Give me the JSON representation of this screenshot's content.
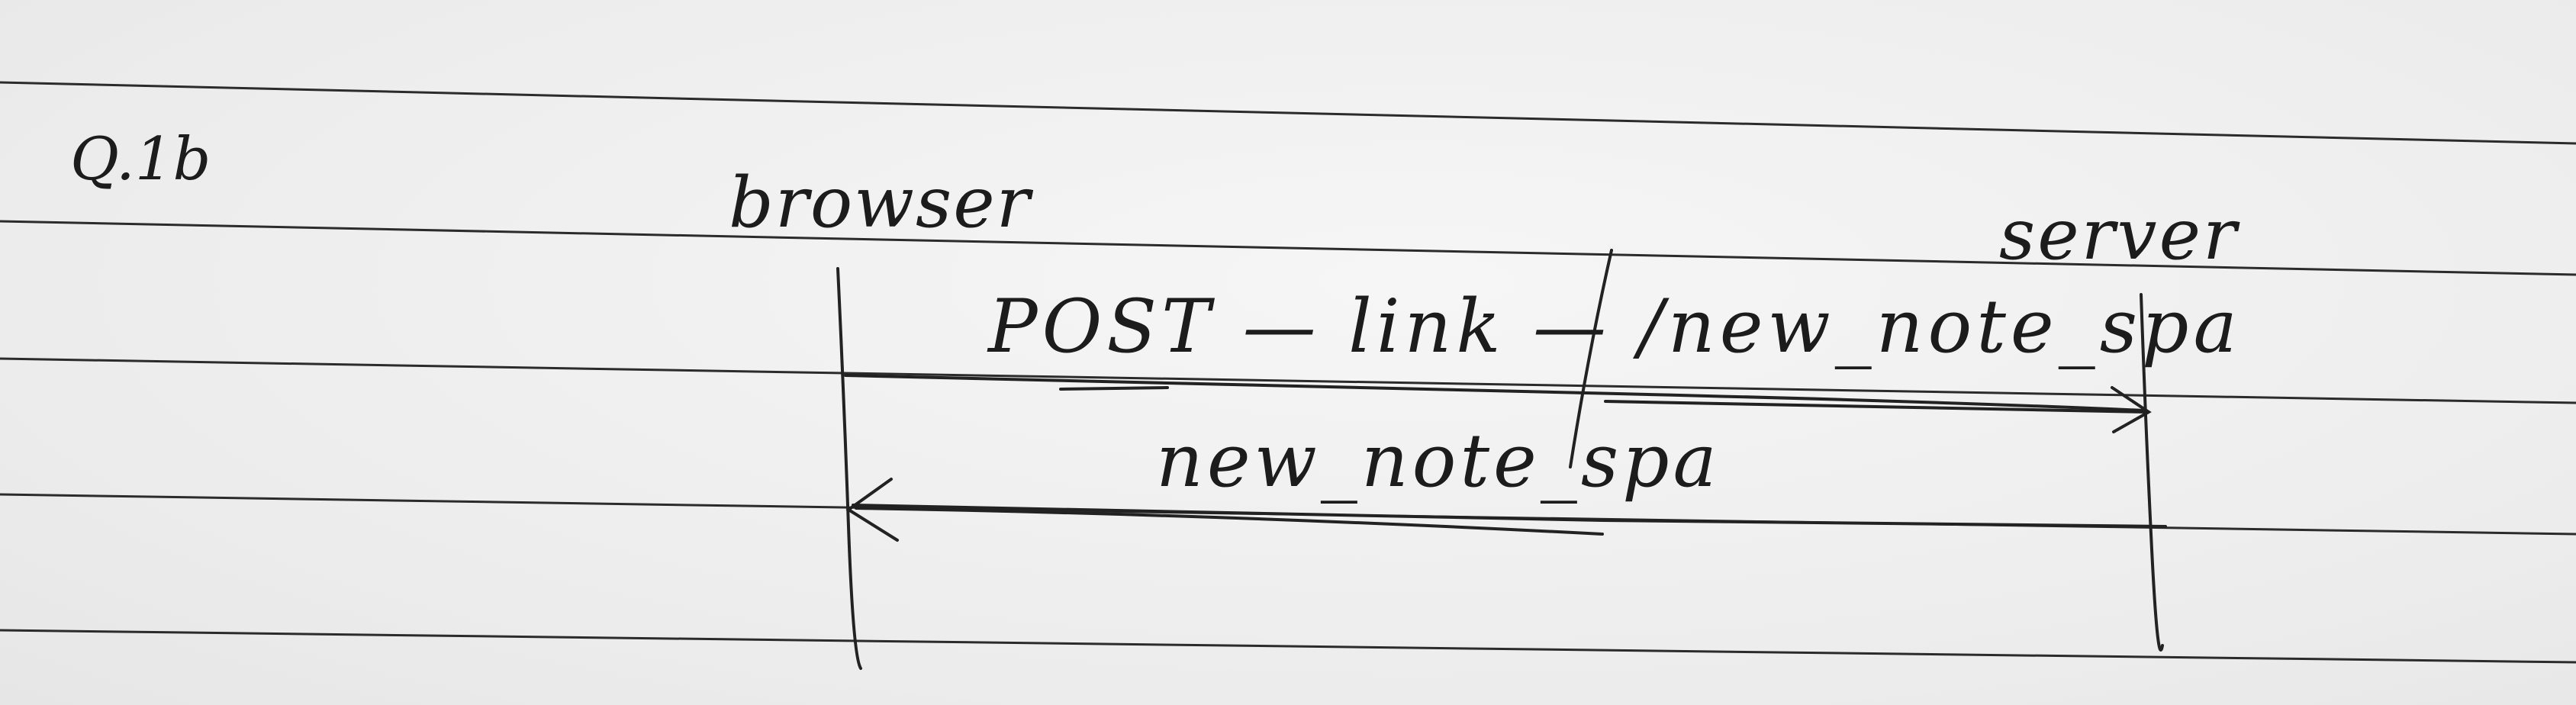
{
  "page_label": "Q.1b",
  "participants": {
    "browser": "browser",
    "server": "server"
  },
  "messages": [
    {
      "from": "browser",
      "to": "server",
      "label": "POST — link — /new_note_spa"
    },
    {
      "from": "server",
      "to": "browser",
      "label": "new_note_spa"
    }
  ]
}
